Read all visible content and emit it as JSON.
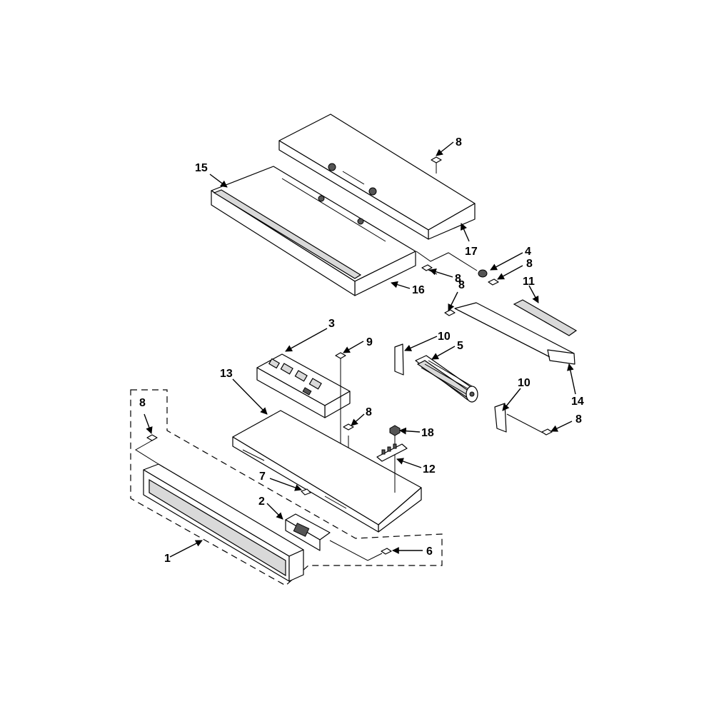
{
  "callouts": [
    {
      "id": "c1",
      "label": "1"
    },
    {
      "id": "c2",
      "label": "2"
    },
    {
      "id": "c3",
      "label": "3"
    },
    {
      "id": "c4",
      "label": "4"
    },
    {
      "id": "c5",
      "label": "5"
    },
    {
      "id": "c6",
      "label": "6"
    },
    {
      "id": "c7",
      "label": "7"
    },
    {
      "id": "c8a",
      "label": "8"
    },
    {
      "id": "c8b",
      "label": "8"
    },
    {
      "id": "c8c",
      "label": "8"
    },
    {
      "id": "c8d",
      "label": "8"
    },
    {
      "id": "c8e",
      "label": "8"
    },
    {
      "id": "c8f",
      "label": "8"
    },
    {
      "id": "c8g",
      "label": "8"
    },
    {
      "id": "c9",
      "label": "9"
    },
    {
      "id": "c10a",
      "label": "10"
    },
    {
      "id": "c10b",
      "label": "10"
    },
    {
      "id": "c11",
      "label": "11"
    },
    {
      "id": "c12",
      "label": "12"
    },
    {
      "id": "c13",
      "label": "13"
    },
    {
      "id": "c14",
      "label": "14"
    },
    {
      "id": "c15",
      "label": "15"
    },
    {
      "id": "c16",
      "label": "16"
    },
    {
      "id": "c17",
      "label": "17"
    },
    {
      "id": "c18",
      "label": "18"
    }
  ]
}
